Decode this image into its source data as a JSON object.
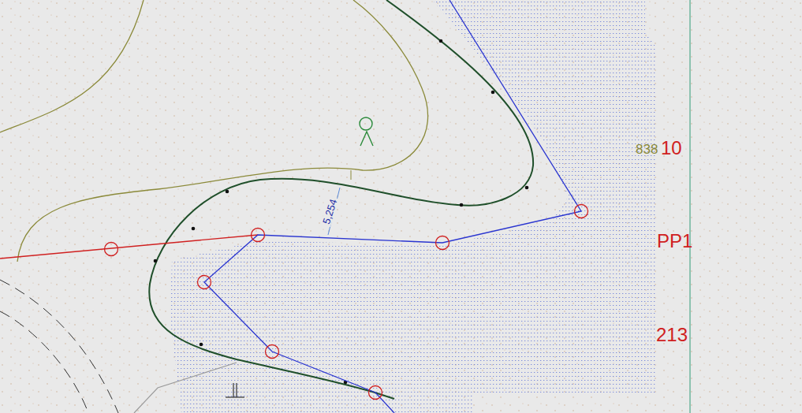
{
  "diagram": {
    "labels": [
      "5,254",
      "838",
      "10",
      "PP1",
      "213"
    ]
  }
}
